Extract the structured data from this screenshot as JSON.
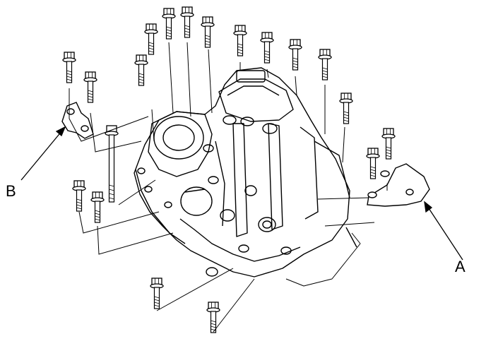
{
  "diagram": {
    "callouts": [
      {
        "id": "A",
        "label": "A"
      },
      {
        "id": "B",
        "label": "B"
      }
    ],
    "bolt_count": 19,
    "line_color": "#000000",
    "background": "#ffffff"
  }
}
